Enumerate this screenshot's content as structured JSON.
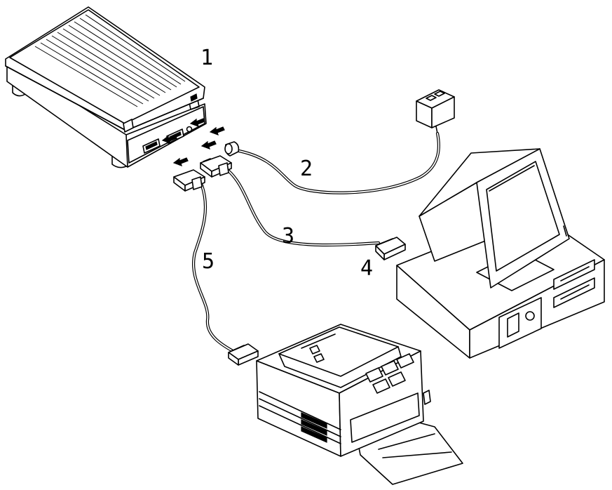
{
  "labels": {
    "scanner": "1",
    "power_cable": "2",
    "parallel_cable": "3",
    "computer_port": "4",
    "printer_cable": "5"
  }
}
